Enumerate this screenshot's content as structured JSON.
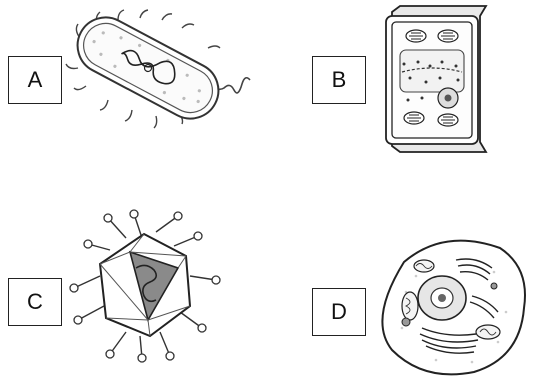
{
  "labels": {
    "a": "A",
    "b": "B",
    "c": "C",
    "d": "D"
  },
  "panels": [
    {
      "key": "A",
      "depicts": "bacterium-icon"
    },
    {
      "key": "B",
      "depicts": "plant-cell-icon"
    },
    {
      "key": "C",
      "depicts": "virus-icon"
    },
    {
      "key": "D",
      "depicts": "animal-cell-icon"
    }
  ]
}
